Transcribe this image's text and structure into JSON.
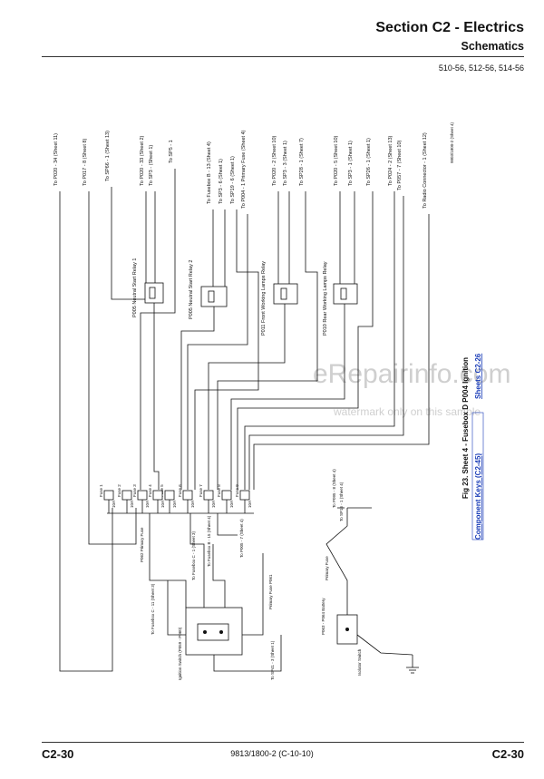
{
  "header": {
    "section_title": "Section C2 - Electrics",
    "subtitle": "Schematics",
    "models": "510-56, 512-56, 514-56"
  },
  "footer": {
    "page_left": "C2-30",
    "doc_number": "9813/1800-2 (C-10-10)",
    "page_right": "C2-30"
  },
  "figure": {
    "caption": "Fig 23. Sheet 4 - Fusebox D P004 Ignition",
    "component_keys_link": "Component Keys (C2-45)",
    "sheets_link": "Sheets C2-26",
    "drawing_id": "9803/1800-2 (Sheet 4)"
  },
  "watermark": {
    "main": "eRepairinfo.com",
    "note": "watermark only on this sample"
  },
  "schematic": {
    "top_connectors": [
      "To P020 - 34 (Sheet 11)",
      "To P017 - 8 (Sheet 8)",
      "To SP66 - 1 (Sheet 13)",
      "To P020 - 33 (Sheet 2)",
      "To SP3 - (Sheet 1)",
      "To SP5 - 1",
      "To Fusebox B - 13 (Sheet 4)",
      "To SP3 - 6 (Sheet 1)",
      "To SP19 - 6 (Sheet 1)",
      "To P004 - 1 Primary Fuse (Sheet 4)",
      "To P020 - 2 (Sheet 10)",
      "To SP3 - 3 (Sheet 1)",
      "To SP28 - 1 (Sheet 7)",
      "To P020 - 5 (Sheet 10)",
      "To SP3 - 1 (Sheet 1)",
      "To SP26 - 1 (Sheet 1)",
      "To P024 - 2 (Sheet 13)",
      "To P057 - 7 (Sheet 10)",
      "To Radio Connector - 1 (Sheet 12)"
    ],
    "relays": [
      "P005 Neutral Start Relay 1",
      "P005 Neutral Start Relay 2",
      "P011 Front Working Lamps Relay",
      "P010 Rear Working Lamps Relay"
    ],
    "fuses": [
      "Fuse 1",
      "Fuse 2",
      "Fuse 3",
      "Fuse 4",
      "Fuse 5",
      "Fuse 6",
      "Fuse 7",
      "Fuse 8",
      "Fuse 9"
    ],
    "fuse_rating": "10A",
    "lower_labels": [
      "P062 Primary Fuse",
      "To Fusebox C - 11 (Sheet 3)",
      "To Fusebox C - 1 (Sheet 3)",
      "To Fusebox B - 15 (Sheet 4)",
      "To P005 - 7 (Sheet 4)",
      "Ignition Switch (P059 - P060)",
      "To SP41 - 3 (Sheet 1)",
      "Primary Fuse P061",
      "To P095 - 8 (Sheet 4)",
      "To SP16 - 1 (Sheet 4)",
      "Primary Fuse",
      "P063 - P064 Battery",
      "Isolator Switch"
    ]
  }
}
